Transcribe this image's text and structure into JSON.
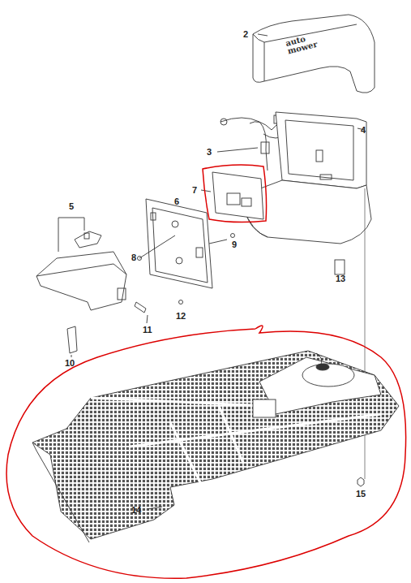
{
  "diagram": {
    "labels": [
      "2",
      "3",
      "4",
      "7",
      "5",
      "6",
      "8",
      "9",
      "13",
      "11",
      "12",
      "10",
      "14",
      "15",
      "auto mower"
    ]
  }
}
